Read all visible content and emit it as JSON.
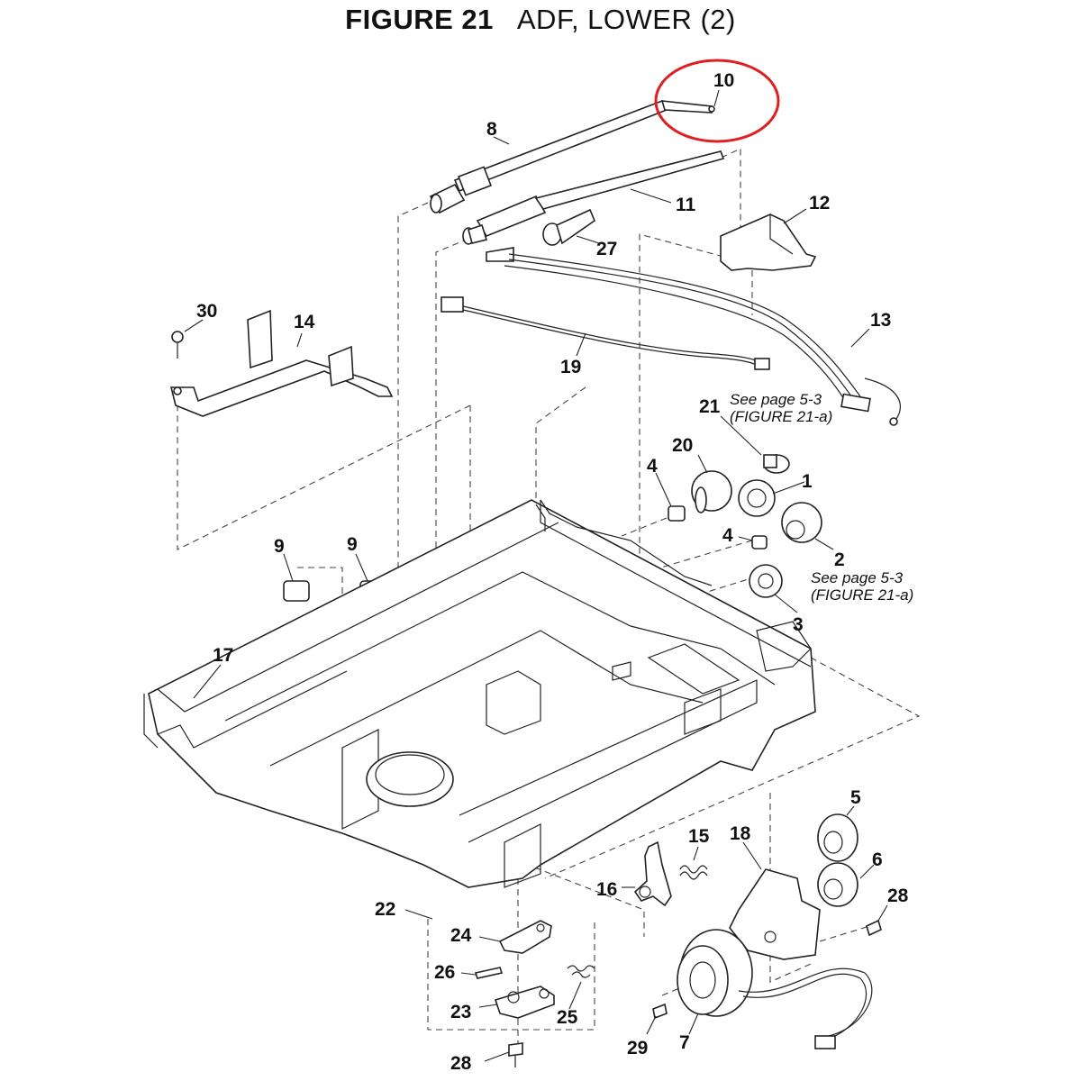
{
  "title": {
    "figure_number": "FIGURE 21",
    "caption": "ADF, LOWER (2)"
  },
  "highlight_color": "#e02020",
  "callouts": {
    "p1": "1",
    "p2": "2",
    "p3": "3",
    "p4a": "4",
    "p4b": "4",
    "p5": "5",
    "p6": "6",
    "p7": "7",
    "p8": "8",
    "p9a": "9",
    "p9b": "9",
    "p10": "10",
    "p11": "11",
    "p12": "12",
    "p13": "13",
    "p14": "14",
    "p15": "15",
    "p16": "16",
    "p17": "17",
    "p18": "18",
    "p19": "19",
    "p20": "20",
    "p21": "21",
    "p22": "22",
    "p23": "23",
    "p24": "24",
    "p25": "25",
    "p26": "26",
    "p27": "27",
    "p28a": "28",
    "p28b": "28",
    "p29": "29",
    "p30": "30"
  },
  "notes": {
    "see_page_21_line1": "See page 5-3",
    "see_page_21_line2": "(FIGURE 21-a)",
    "see_page_2_line1": "See page 5-3",
    "see_page_2_line2": "(FIGURE 21-a)"
  }
}
